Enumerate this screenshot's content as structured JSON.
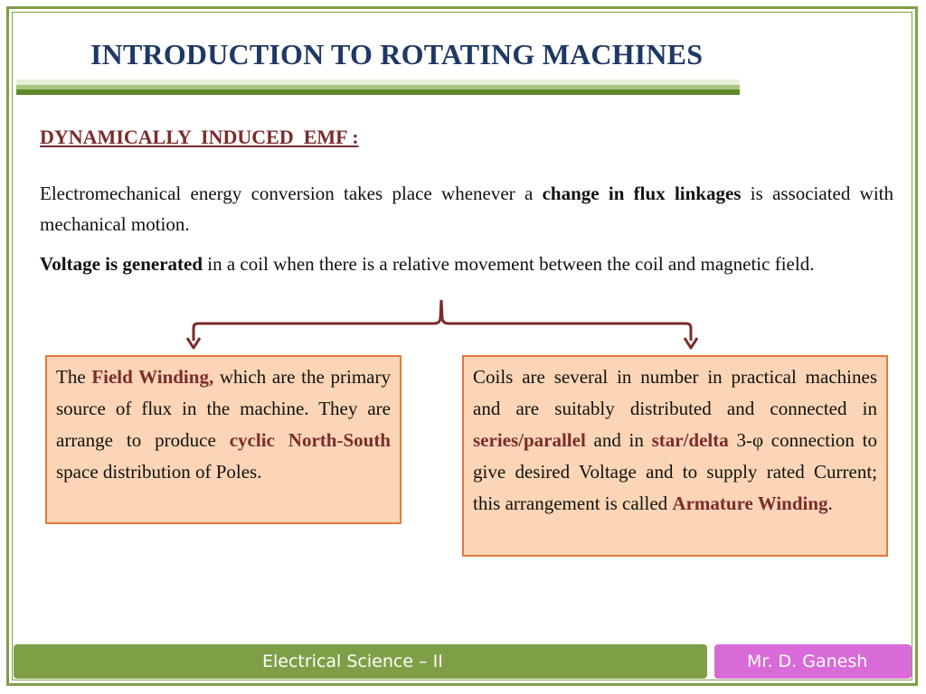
{
  "slide": {
    "title": "INTRODUCTION TO ROTATING MACHINES",
    "subheading": "DYNAMICALLY  INDUCED  EMF :",
    "para1": {
      "t1": "Electromechanical  energy conversion takes place whenever a ",
      "b1": "change in flux linkages",
      "t2": " is associated with mechanical motion."
    },
    "para2": {
      "b1": "Voltage is generated",
      "t1": " in a coil when there is a relative movement between the coil and magnetic field."
    },
    "left_box": {
      "t1": "The ",
      "h1": "Field Winding,",
      "t2": " which are the primary source of flux in the machine. They are arrange to produce ",
      "h2": "cyclic North-South",
      "t3": " space distribution of Poles."
    },
    "right_box": {
      "t1": "Coils are several in number in practical machines and are suitably distributed and connected in ",
      "h1": "series/parallel",
      "t2": " and in ",
      "h2": "star/delta",
      "t3": " 3-φ connection to give desired Voltage and to supply rated Current; this arrangement is called ",
      "h3": "Armature Winding",
      "t4": "."
    }
  },
  "footer": {
    "course": "Electrical Science – II",
    "author": "Mr. D. Ganesh"
  },
  "colors": {
    "frame": "#7f9f47",
    "title": "#1f3864",
    "highlight": "#7b2c2c",
    "box_fill": "#fbd5b5",
    "box_border": "#e07b39",
    "footer_left": "#7f9f47",
    "footer_right": "#d96bd9"
  }
}
